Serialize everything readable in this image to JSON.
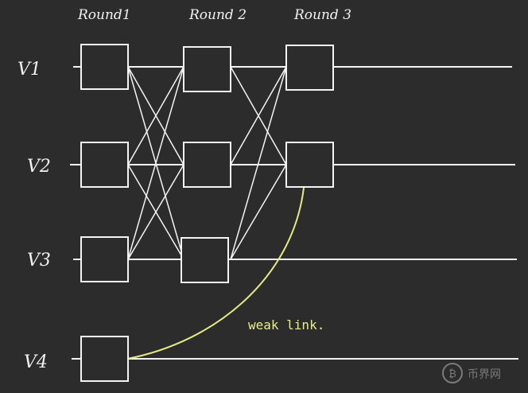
{
  "rounds": [
    "Round1",
    "Round 2",
    "Round 3"
  ],
  "validators": [
    "V1",
    "V2",
    "V3",
    "V4"
  ],
  "annotation": "weak link.",
  "watermark": {
    "icon": "bitcoin-coin-icon",
    "text": "币界网"
  },
  "colors": {
    "background": "#2c2c2c",
    "lines": "#f4f4f4",
    "weak_link": "#e3ea84",
    "watermark": "#7a7a7a"
  }
}
